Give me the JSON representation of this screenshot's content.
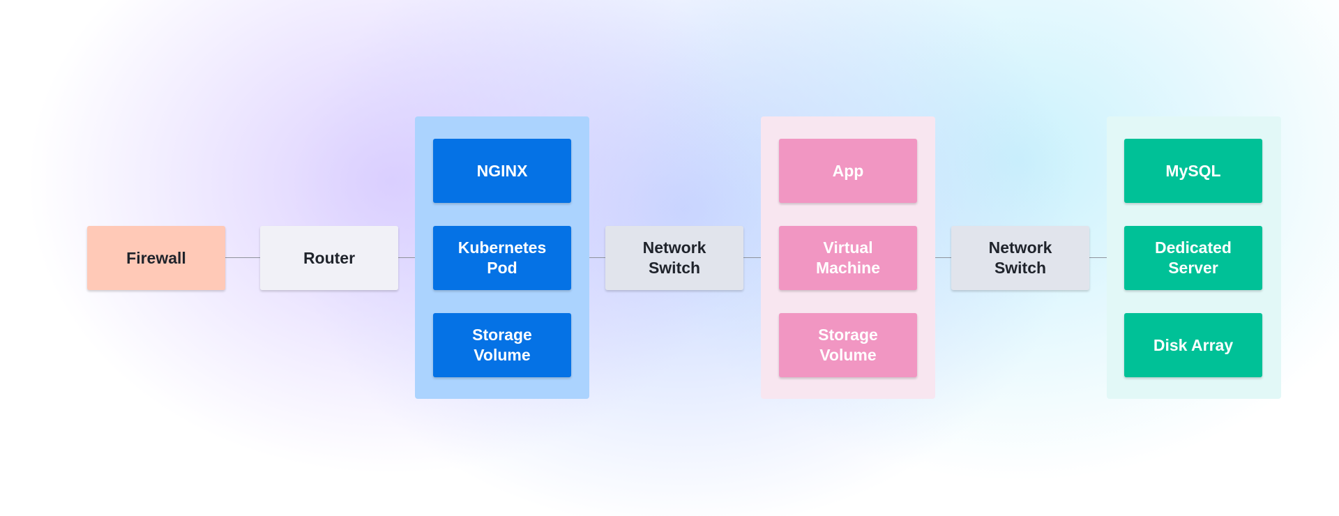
{
  "colors": {
    "firewall": "#ffc9b7",
    "router": "#f1f1f7",
    "switch": "#e1e4ec",
    "group_blue": "#abd3fe",
    "node_blue": "#0572e5",
    "group_pink": "#f8e6f0",
    "node_pink": "#f196c2",
    "group_green": "#e2f8f7",
    "node_green": "#00c197",
    "connector": "#8e929b"
  },
  "nodes": {
    "firewall": "Firewall",
    "router": "Router",
    "switch_1": "Network\nSwitch",
    "switch_2": "Network\nSwitch"
  },
  "groups": {
    "blue": [
      "NGINX",
      "Kubernetes\nPod",
      "Storage\nVolume"
    ],
    "pink": [
      "App",
      "Virtual\nMachine",
      "Storage\nVolume"
    ],
    "green": [
      "MySQL",
      "Dedicated\nServer",
      "Disk Array"
    ]
  }
}
